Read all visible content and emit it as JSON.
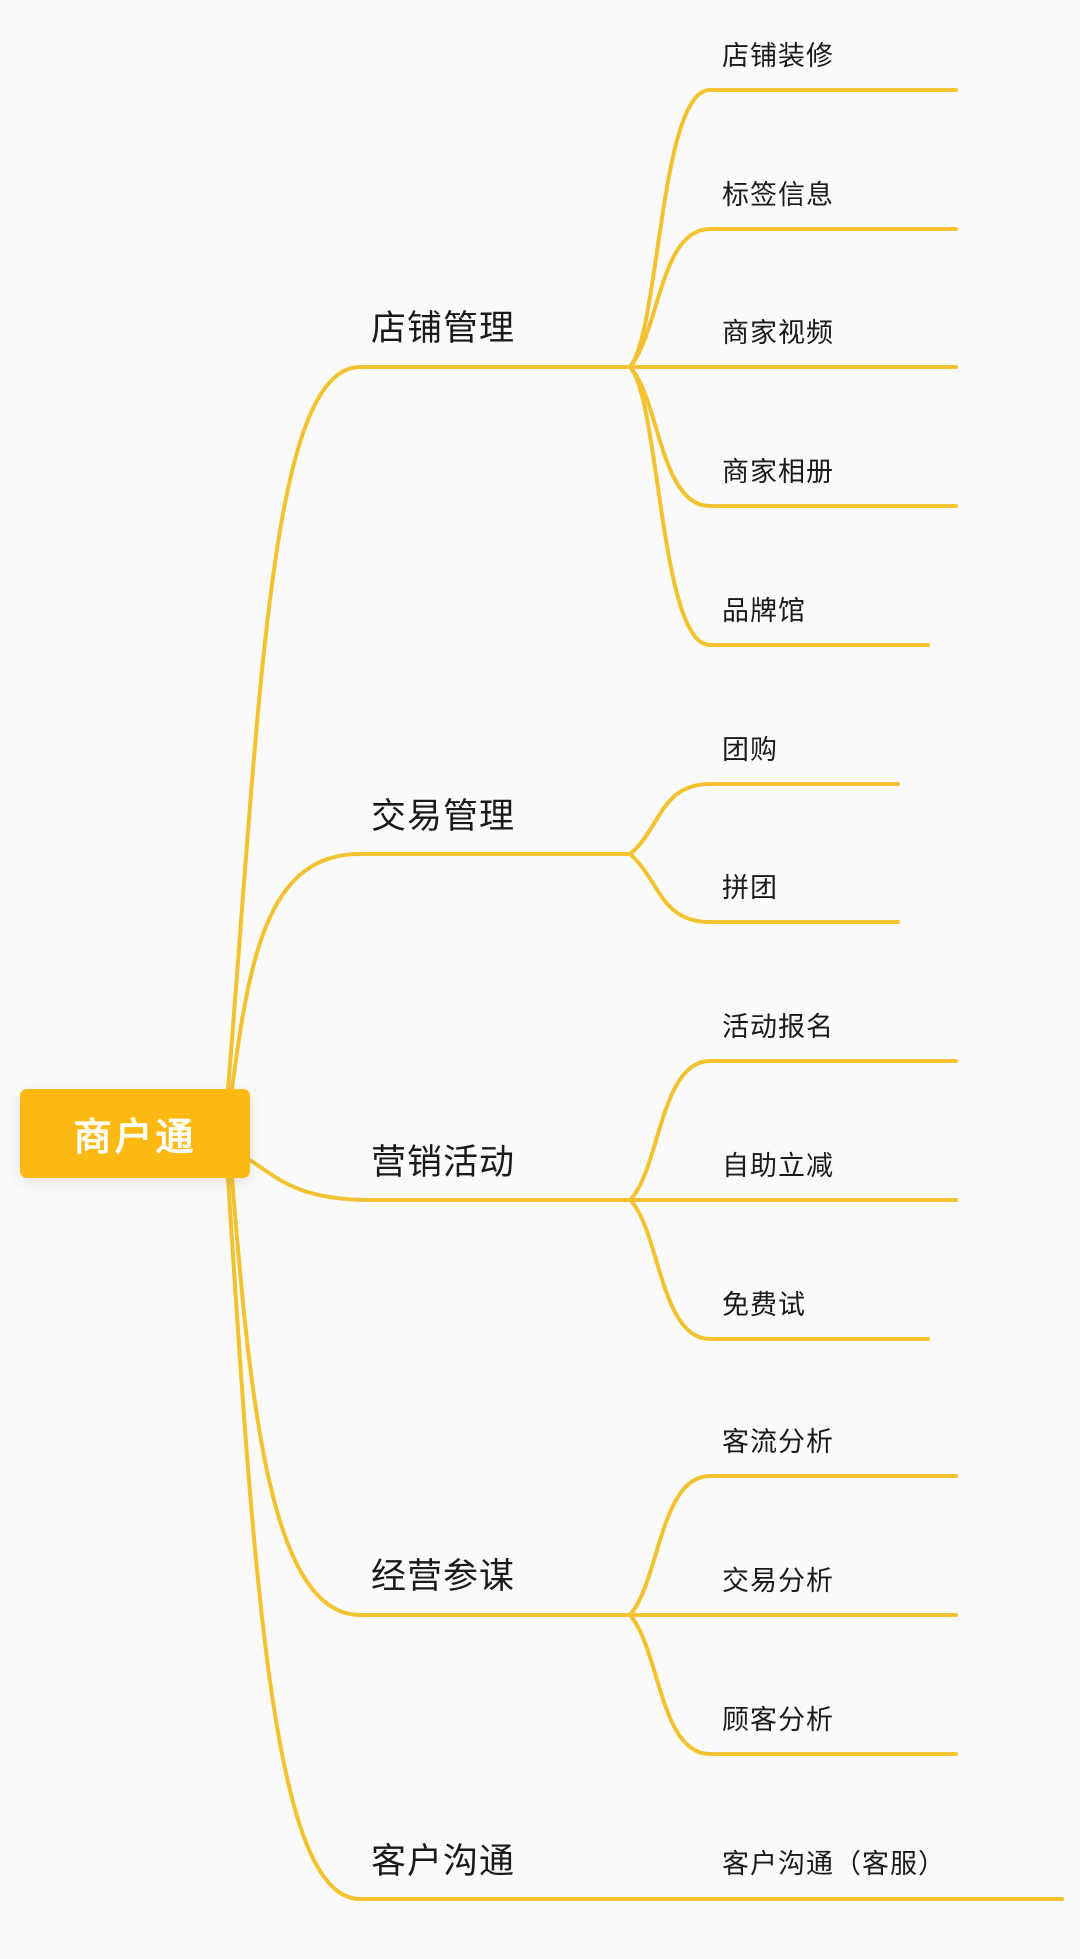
{
  "colors": {
    "branch": "#f2c230",
    "root_fill": "#fdb812",
    "root_text": "#ffffff",
    "text": "#1a1a1a",
    "background": "#fafafa"
  },
  "root": {
    "label": "商户通"
  },
  "branches": [
    {
      "label": "店铺管理",
      "children": [
        "店铺装修",
        "标签信息",
        "商家视频",
        "商家相册",
        "品牌馆"
      ]
    },
    {
      "label": "交易管理",
      "children": [
        "团购",
        "拼团"
      ]
    },
    {
      "label": "营销活动",
      "children": [
        "活动报名",
        "自助立减",
        "免费试"
      ]
    },
    {
      "label": "经营参谋",
      "children": [
        "客流分析",
        "交易分析",
        "顾客分析"
      ]
    },
    {
      "label": "客户沟通",
      "children": [
        "客户沟通（客服）"
      ]
    }
  ]
}
